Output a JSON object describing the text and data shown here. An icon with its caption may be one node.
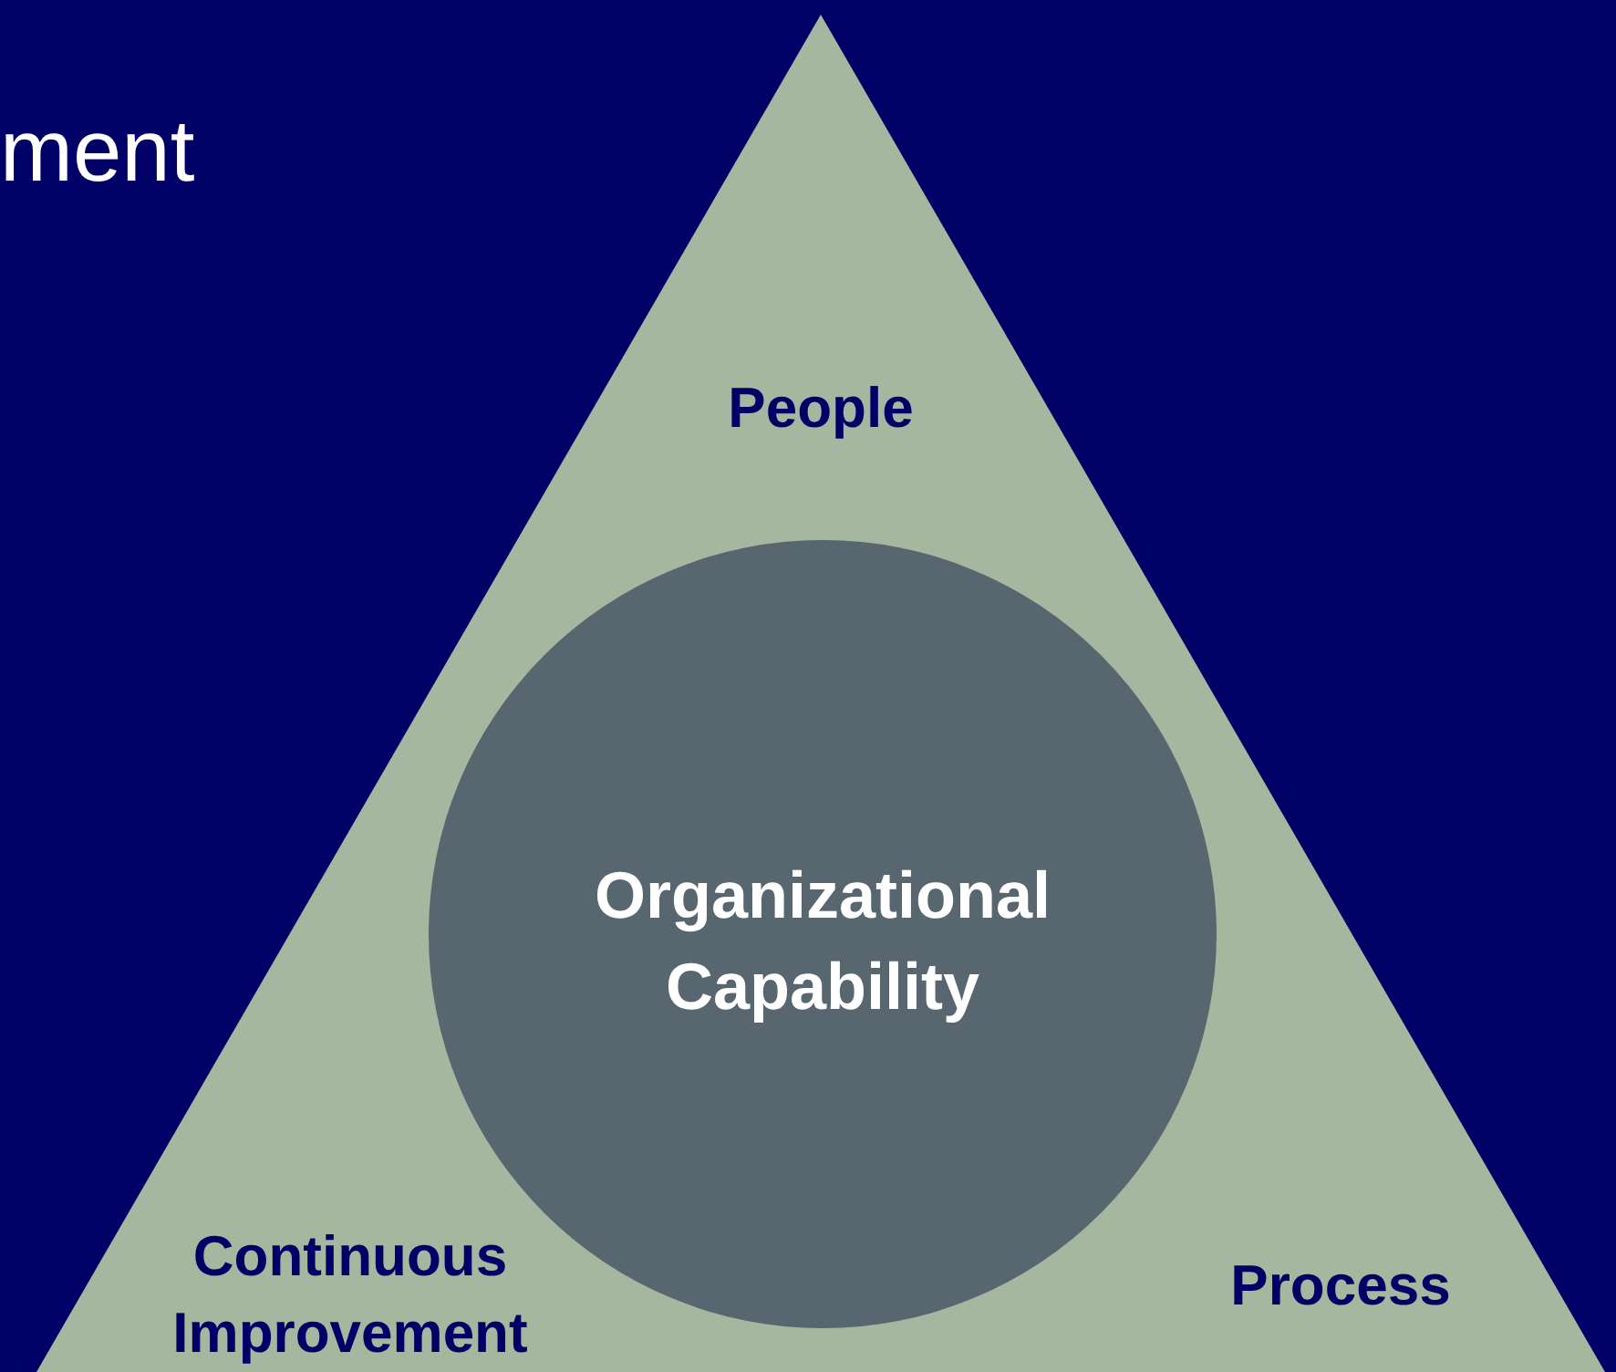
{
  "diagram": {
    "title": "ment",
    "nodes": [
      {
        "text": [
          "People",
          "Continuous Improvement",
          "Process"
        ]
      },
      {
        "text": [
          "Organizational Capability"
        ],
        "in": 0
      }
    ],
    "edges": []
  }
}
